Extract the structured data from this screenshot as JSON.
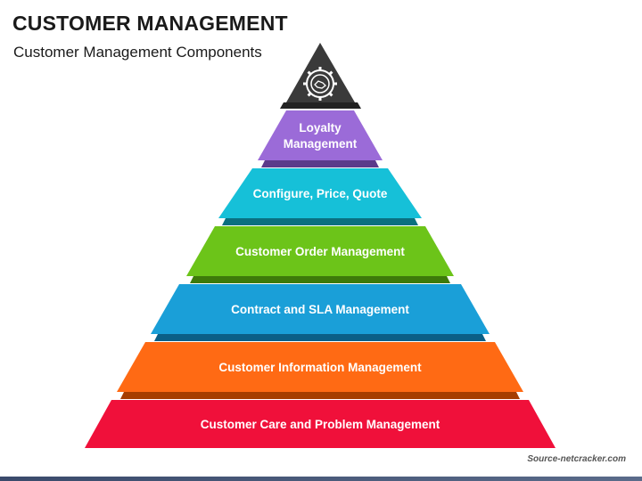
{
  "header": {
    "title": "CUSTOMER MANAGEMENT",
    "subtitle": "Customer Management Components"
  },
  "pyramid": {
    "top_icon": "gear-handshake-icon",
    "top_color": "#3a3a3a",
    "tiers": [
      {
        "label": [
          "Loyalty",
          "Management"
        ],
        "color": "#9b6bd8",
        "shadow": "#5b3a8a"
      },
      {
        "label": [
          "Configure, Price, Quote"
        ],
        "color": "#16c0d8",
        "shadow": "#0a7080"
      },
      {
        "label": [
          "Customer Order Management"
        ],
        "color": "#6cc419",
        "shadow": "#3d7a0a"
      },
      {
        "label": [
          "Contract and SLA Management"
        ],
        "color": "#1a9fd8",
        "shadow": "#0b5f86"
      },
      {
        "label": [
          "Customer Information Management"
        ],
        "color": "#ff6a14",
        "shadow": "#a63d00"
      },
      {
        "label": [
          "Customer Care and Problem Management"
        ],
        "color": "#f0103a",
        "shadow": "#8a0020"
      }
    ]
  },
  "footer": {
    "source": "Source-netcracker.com"
  }
}
